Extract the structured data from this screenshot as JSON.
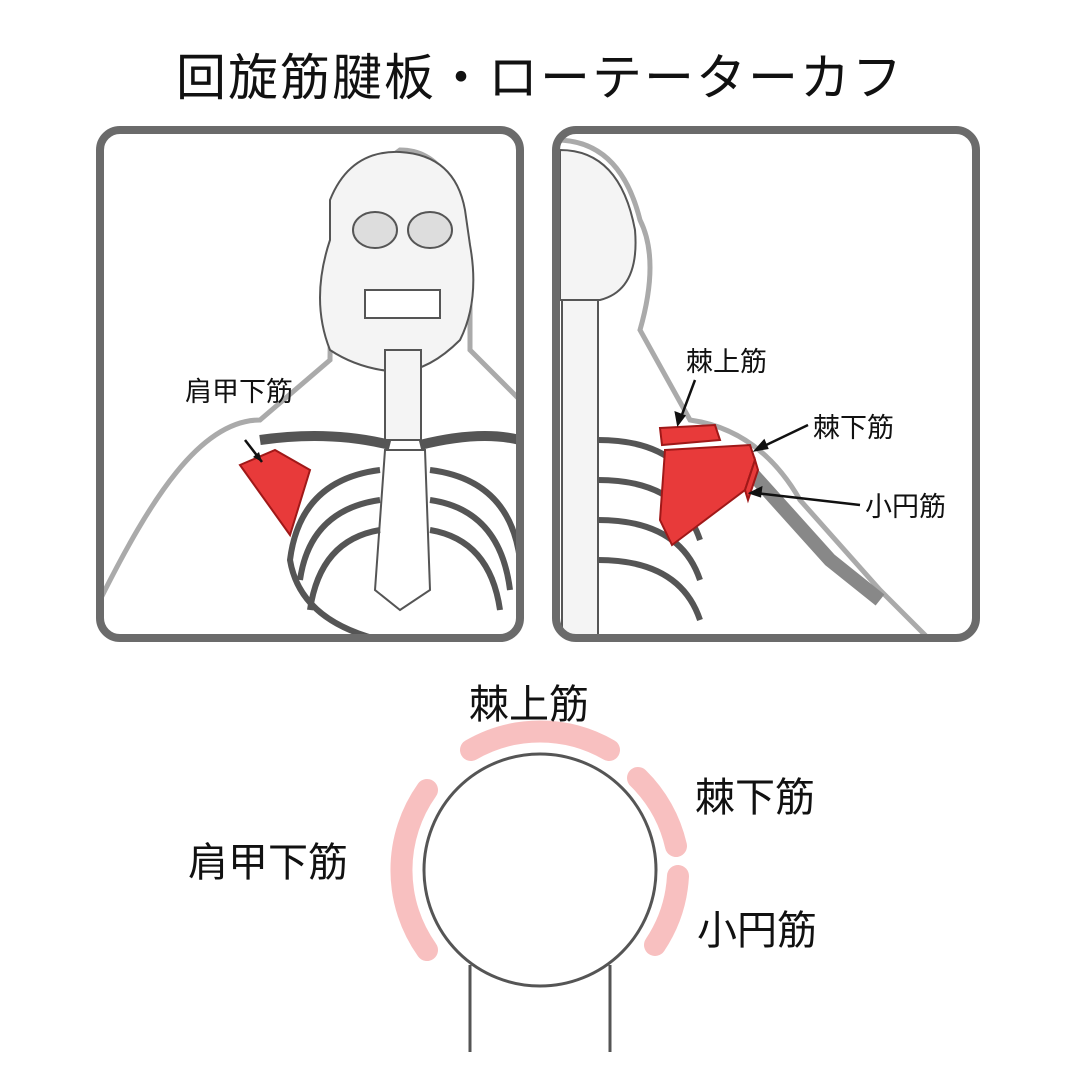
{
  "title": "回旋筋腱板・ローテーターカフ",
  "front_panel": {
    "labels": {
      "subscapularis": "肩甲下筋"
    }
  },
  "back_panel": {
    "labels": {
      "supraspinatus": "棘上筋",
      "infraspinatus": "棘下筋",
      "teres_minor": "小円筋"
    }
  },
  "schematic": {
    "labels": {
      "supraspinatus": "棘上筋",
      "infraspinatus": "棘下筋",
      "subscapularis": "肩甲下筋",
      "teres_minor": "小円筋"
    }
  },
  "colors": {
    "muscle": "#e83a3a",
    "arc": "#f8c0c0",
    "frame": "#6b6b6b",
    "bone": "#f4f4f4"
  }
}
